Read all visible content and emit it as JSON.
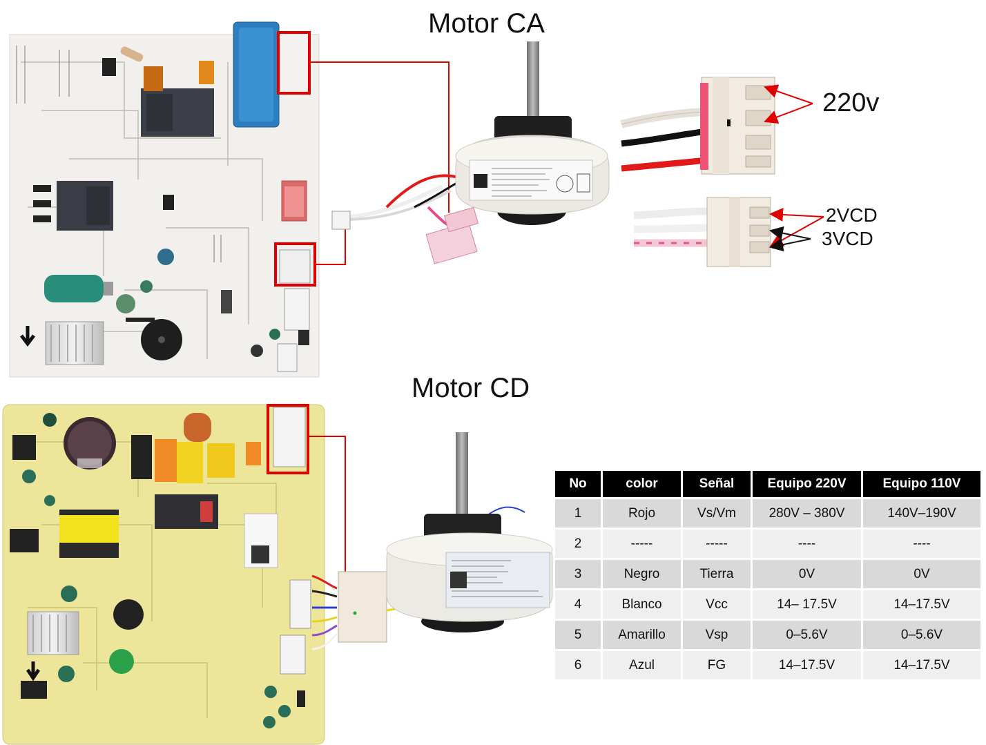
{
  "ac_section": {
    "title": "Motor CA",
    "power_label": "220v",
    "signal_label_1": "2VCD",
    "signal_label_2": "3VCD"
  },
  "dc_section": {
    "title": "Motor CD"
  },
  "pin_table": {
    "headers": [
      "No",
      "color",
      "Señal",
      "Equipo 220V",
      "Equipo 110V"
    ],
    "rows": [
      [
        "1",
        "Rojo",
        "Vs/Vm",
        "280V – 380V",
        "140V–190V"
      ],
      [
        "2",
        "-----",
        "-----",
        "----",
        "----"
      ],
      [
        "3",
        "Negro",
        "Tierra",
        "0V",
        "0V"
      ],
      [
        "4",
        "Blanco",
        "Vcc",
        "14– 17.5V",
        "14–17.5V"
      ],
      [
        "5",
        "Amarillo",
        "Vsp",
        "0–5.6V",
        "0–5.6V"
      ],
      [
        "6",
        "Azul",
        "FG",
        "14–17.5V",
        "14–17.5V"
      ]
    ]
  },
  "colors": {
    "highlight": "#e00000",
    "ac_board": "#f1f0ec",
    "dc_board": "#ece59a",
    "motor_body": "#ece9e2",
    "wire_red": "#e11919",
    "wire_black": "#111111",
    "table_header": "#000000"
  }
}
